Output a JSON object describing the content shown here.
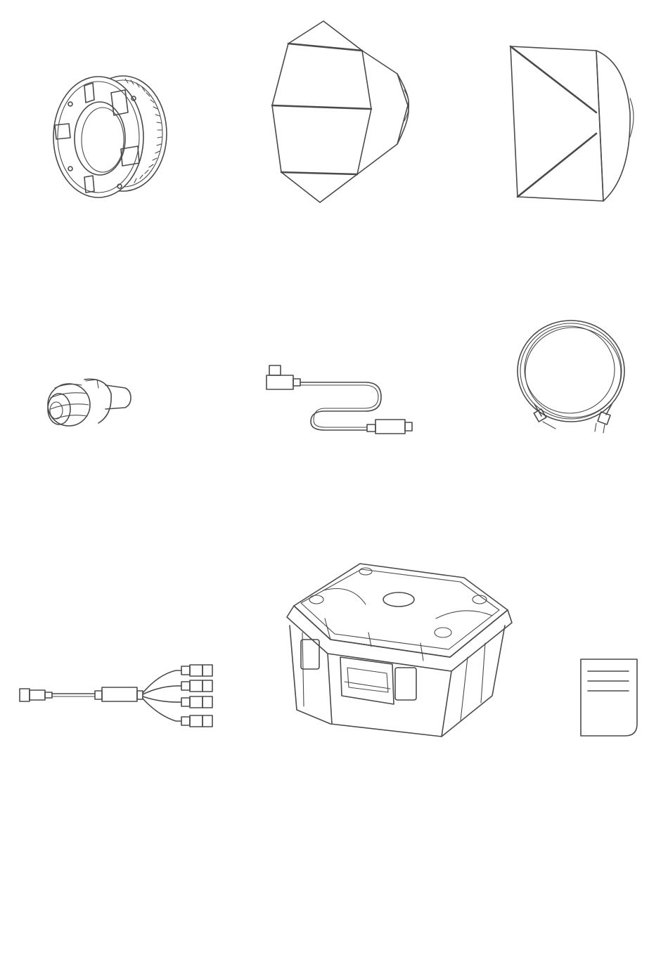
{
  "figure": {
    "items": [
      {
        "id": "mount-adapter-ring",
        "icon": "mount-adapter-ring-icon"
      },
      {
        "id": "octagonal-softbox",
        "icon": "octagonal-softbox-icon"
      },
      {
        "id": "square-softbox",
        "icon": "square-softbox-icon"
      },
      {
        "id": "bulb-socket-adapter",
        "icon": "bulb-socket-adapter-icon"
      },
      {
        "id": "usb-c-cable",
        "icon": "usb-c-cable-icon"
      },
      {
        "id": "power-cord",
        "icon": "power-cord-icon"
      },
      {
        "id": "splitter-cable",
        "icon": "splitter-cable-icon"
      },
      {
        "id": "carrying-case",
        "icon": "carrying-case-icon"
      },
      {
        "id": "user-manual",
        "icon": "manual-document-icon"
      }
    ],
    "colors": {
      "line": "#4a4a4a",
      "background": "#ffffff"
    }
  }
}
